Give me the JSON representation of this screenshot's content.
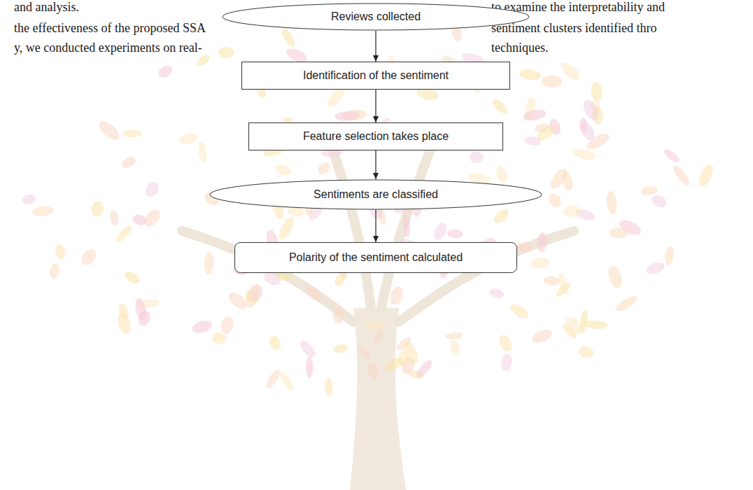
{
  "diagram": {
    "nodes": [
      {
        "text": [
          "Reviews collected"
        ]
      },
      {
        "text": [
          "Identification of the sentiment"
        ]
      },
      {
        "text": [
          "Feature selection takes place"
        ]
      },
      {
        "text": [
          "Sentiments are classified"
        ]
      },
      {
        "text": [
          "Polarity of the sentiment calculated"
        ]
      }
    ],
    "edges": [
      {
        "from": 0,
        "to": 1,
        "arrow": "to"
      },
      {
        "from": 1,
        "to": 2,
        "arrow": "to"
      },
      {
        "from": 2,
        "to": 3,
        "arrow": "to"
      },
      {
        "from": 3,
        "to": 4,
        "arrow": "to"
      }
    ],
    "labels": [
      "and analysis.",
      "the effectiveness of the proposed SSA",
      "y, we conducted experiments on real-",
      "to examine the interpretability and",
      "sentiment clusters identified thro",
      "techniques."
    ]
  }
}
